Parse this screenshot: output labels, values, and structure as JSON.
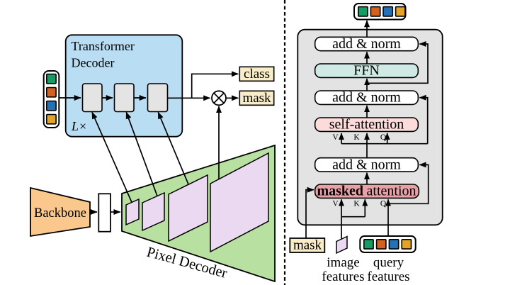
{
  "figure": {
    "left": {
      "transformer_decoder_line1": "Transformer",
      "transformer_decoder_line2": "Decoder",
      "loop_l": "L",
      "loop_times": "×",
      "class_label": "class",
      "mask_label": "mask",
      "backbone_label": "Backbone",
      "pixel_decoder_label": "Pixel Decoder"
    },
    "right": {
      "add_norm_label": "add & norm",
      "ffn_label": "FFN",
      "self_attention_label": "self-attention",
      "masked_attention_bold": "masked",
      "masked_attention_rest": "attention",
      "v_label": "V",
      "k_label": "K",
      "q_label": "Q",
      "mask_label": "mask",
      "image_features_line1": "image",
      "image_features_line2": "features",
      "query_features_line1": "query",
      "query_features_line2": "features"
    },
    "tokens": [
      {
        "name": "green",
        "color": "#169c62"
      },
      {
        "name": "orange",
        "color": "#d4611f"
      },
      {
        "name": "blue",
        "color": "#2272b5"
      },
      {
        "name": "amber",
        "color": "#e2a327"
      }
    ],
    "colors": {
      "transformer_box": "#b9ddf2",
      "layer_box": "#e4e4e4",
      "output_box": "#f8edc6",
      "backbone": "#fac88d",
      "pixel_decoder": "#b8e0a0",
      "feature_map": "#ead9f0",
      "panel": "#e3e3e3",
      "ffn": "#cfeae4",
      "self_attention": "#fbdcda",
      "masked_attention": "#e9a1a8"
    }
  }
}
